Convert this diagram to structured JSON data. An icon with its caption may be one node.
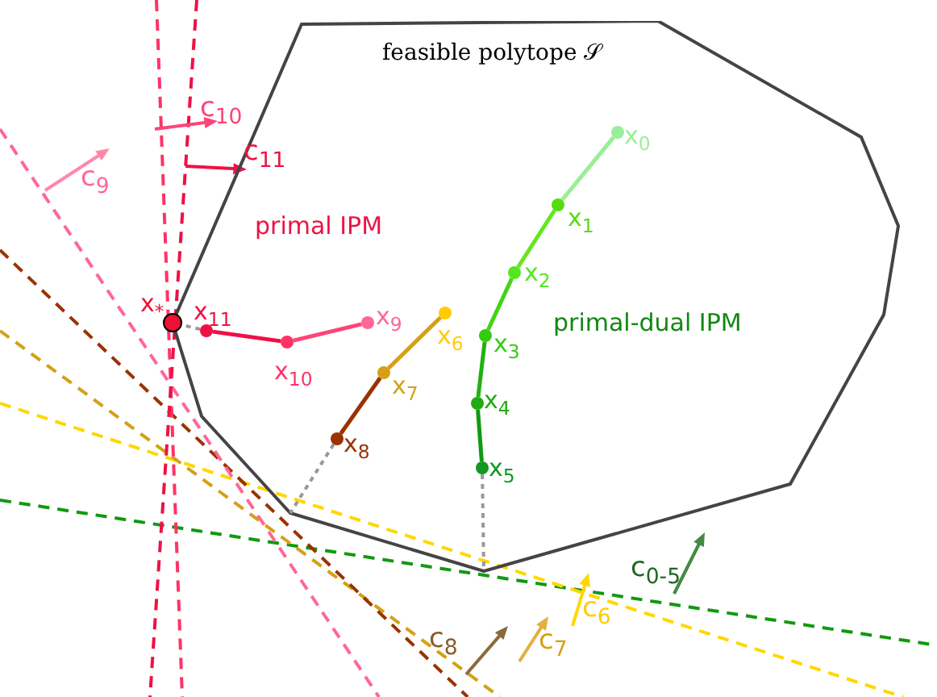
{
  "diagram": {
    "nodes": [
      {
        "text": [
          "feasible polytope 𝒮"
        ]
      },
      {
        "text": [
          "x$_{0}$"
        ],
        "in": 0
      },
      {
        "text": [
          "x$_{1}$"
        ],
        "in": 0
      },
      {
        "text": [
          "x$_{2}$"
        ],
        "in": 0
      },
      {
        "text": [
          "x$_{3}$"
        ],
        "in": 0
      },
      {
        "text": [
          "x$_{4}$"
        ],
        "in": 0
      },
      {
        "text": [
          "x$_{5}$"
        ],
        "in": 0
      },
      {
        "text": [
          "x$_{6}$"
        ],
        "in": 0
      },
      {
        "text": [
          "x$_{7}$"
        ],
        "in": 0
      },
      {
        "text": [
          "x$_{8}$"
        ],
        "in": 0
      },
      {
        "text": [
          "x$_{9}$"
        ],
        "in": 0
      },
      {
        "text": [
          "x$_{10}$"
        ],
        "in": 0
      },
      {
        "text": [
          "x$_{11}$"
        ],
        "in": 0
      },
      {
        "text": [
          "x$_{*}$"
        ]
      }
    ],
    "edges": [
      {
        "from": 1,
        "to": 2,
        "arrow": "none",
        "color": "#99ee99"
      },
      {
        "from": 2,
        "to": 3,
        "arrow": "none",
        "color": "#66e622"
      },
      {
        "from": 3,
        "to": 4,
        "arrow": "none",
        "color": "#44d411"
      },
      {
        "from": 4,
        "to": 5,
        "arrow": "none",
        "color": "#22b011"
      },
      {
        "from": 5,
        "to": 6,
        "arrow": "none",
        "color": "#119a11"
      },
      {
        "from": 7,
        "to": 8,
        "arrow": "none",
        "color": "#d4a017"
      },
      {
        "from": 8,
        "to": 9,
        "arrow": "none",
        "color": "#993300"
      },
      {
        "from": 10,
        "to": 11,
        "arrow": "none",
        "color": "#ff4477"
      },
      {
        "from": 11,
        "to": 12,
        "arrow": "none",
        "color": "#ee1144"
      },
      {
        "from": 12,
        "to": 13,
        "arrow": "none",
        "style": "dashed",
        "color": "#999999"
      },
      {
        "from": 9,
        "to": 0,
        "arrow": "none",
        "style": "dashed",
        "color": "#999999"
      },
      {
        "from": 6,
        "to": 0,
        "arrow": "none",
        "style": "dashed",
        "color": "#999999"
      }
    ],
    "labels": [
      "primal IPM",
      "primal-dual IPM",
      "c$_{10}$",
      "c$_{11}$",
      "c$_{9}$",
      "c$_{0-5}$",
      "c$_{6}$",
      "c$_{7}$",
      "c$_{8}$"
    ]
  }
}
